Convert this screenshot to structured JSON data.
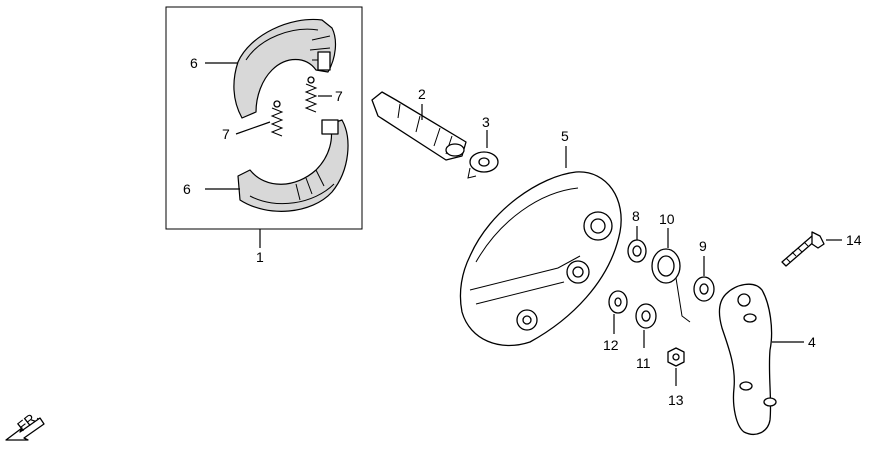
{
  "diagram": {
    "labels": {
      "l1": "1",
      "l2": "2",
      "l3": "3",
      "l4": "4",
      "l5": "5",
      "l6a": "6",
      "l6b": "6",
      "l7a": "7",
      "l7b": "7",
      "l8": "8",
      "l9": "9",
      "l10": "10",
      "l11": "11",
      "l12": "12",
      "l13": "13",
      "l14": "14"
    },
    "direction_marker": "FR."
  }
}
